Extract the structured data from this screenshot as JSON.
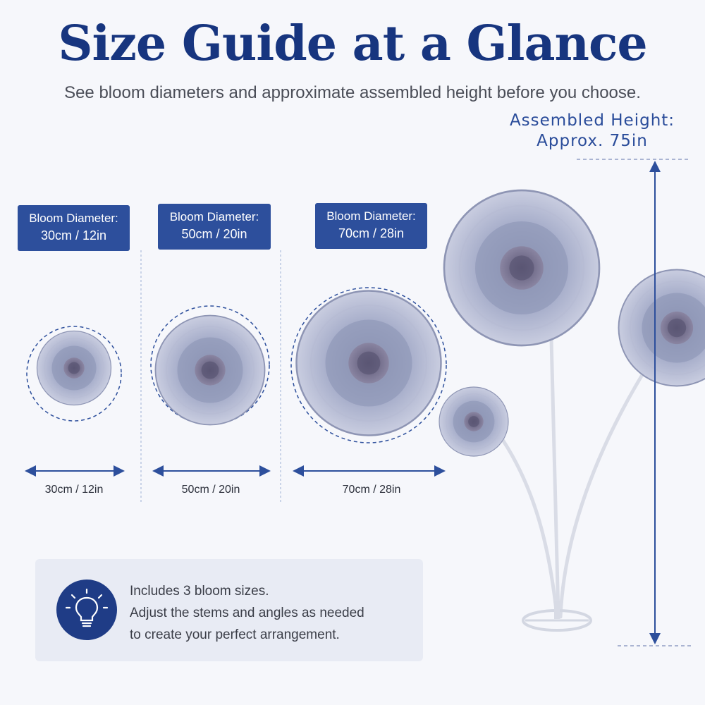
{
  "header": {
    "title": "Size Guide at a Glance",
    "subtitle": "See bloom diameters and approximate assembled height before you choose."
  },
  "assembled_height": {
    "line1": "Assembled Height:",
    "line2": "Approx. 75in"
  },
  "sizes": [
    {
      "badge_label": "Bloom Diameter:",
      "badge_value": "30cm / 12in",
      "dimension": "30cm / 12in"
    },
    {
      "badge_label": "Bloom Diameter:",
      "badge_value": "50cm / 20in",
      "dimension": "50cm / 20in"
    },
    {
      "badge_label": "Bloom Diameter:",
      "badge_value": "70cm / 28in",
      "dimension": "70cm / 28in"
    }
  ],
  "tip": {
    "icon": "lightbulb-icon",
    "line1": "Includes 3 bloom sizes.",
    "line2": "Adjust the stems and angles as needed",
    "line3": "to create your perfect arrangement."
  },
  "colors": {
    "accent": "#2d4f9c",
    "title": "#17357f",
    "petal": "#9ea6c4",
    "bloom_center": "#6f6a86"
  }
}
